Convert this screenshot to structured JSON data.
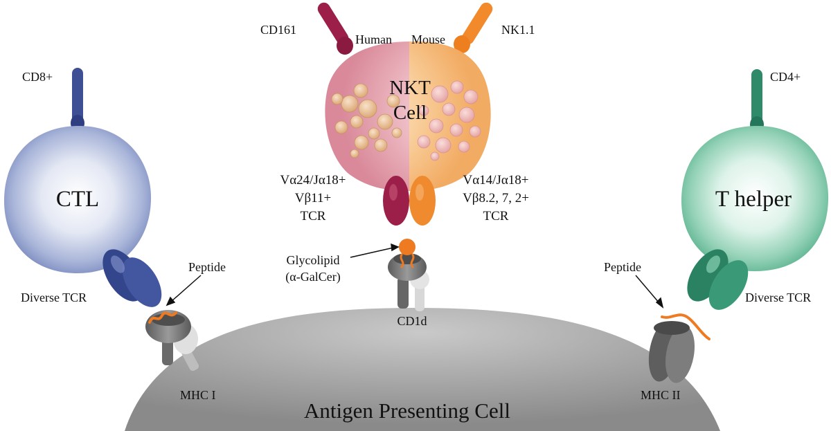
{
  "colors": {
    "ctl": "#4a5ea6",
    "t_helper": "#3a9a78",
    "nkt_human": "#a8264f",
    "nkt_mouse": "#f08a2e",
    "apc": "#9b9b9b",
    "ligand": "#ee7a22"
  },
  "ctl": {
    "name": "CTL",
    "coreceptor": "CD8+",
    "tcr": "Diverse TCR",
    "peptide": "Peptide",
    "mhc": "MHC I"
  },
  "t_helper": {
    "name": "T helper",
    "coreceptor": "CD4+",
    "tcr": "Diverse TCR",
    "peptide": "Peptide",
    "mhc": "MHC II"
  },
  "nkt": {
    "name_line1": "NKT",
    "name_line2": "Cell",
    "human": {
      "species": "Human",
      "marker": "CD161",
      "tcr_lines": [
        "Vα24/Jα18+",
        "Vβ11+",
        "TCR"
      ]
    },
    "mouse": {
      "species": "Mouse",
      "marker": "NK1.1",
      "tcr_lines": [
        "Vα14/Jα18+",
        "Vβ8.2, 7, 2+",
        "TCR"
      ]
    },
    "ligand_line1": "Glycolipid",
    "ligand_line2": "(α-GalCer)",
    "presenter": "CD1d"
  },
  "apc": {
    "name": "Antigen Presenting Cell"
  }
}
